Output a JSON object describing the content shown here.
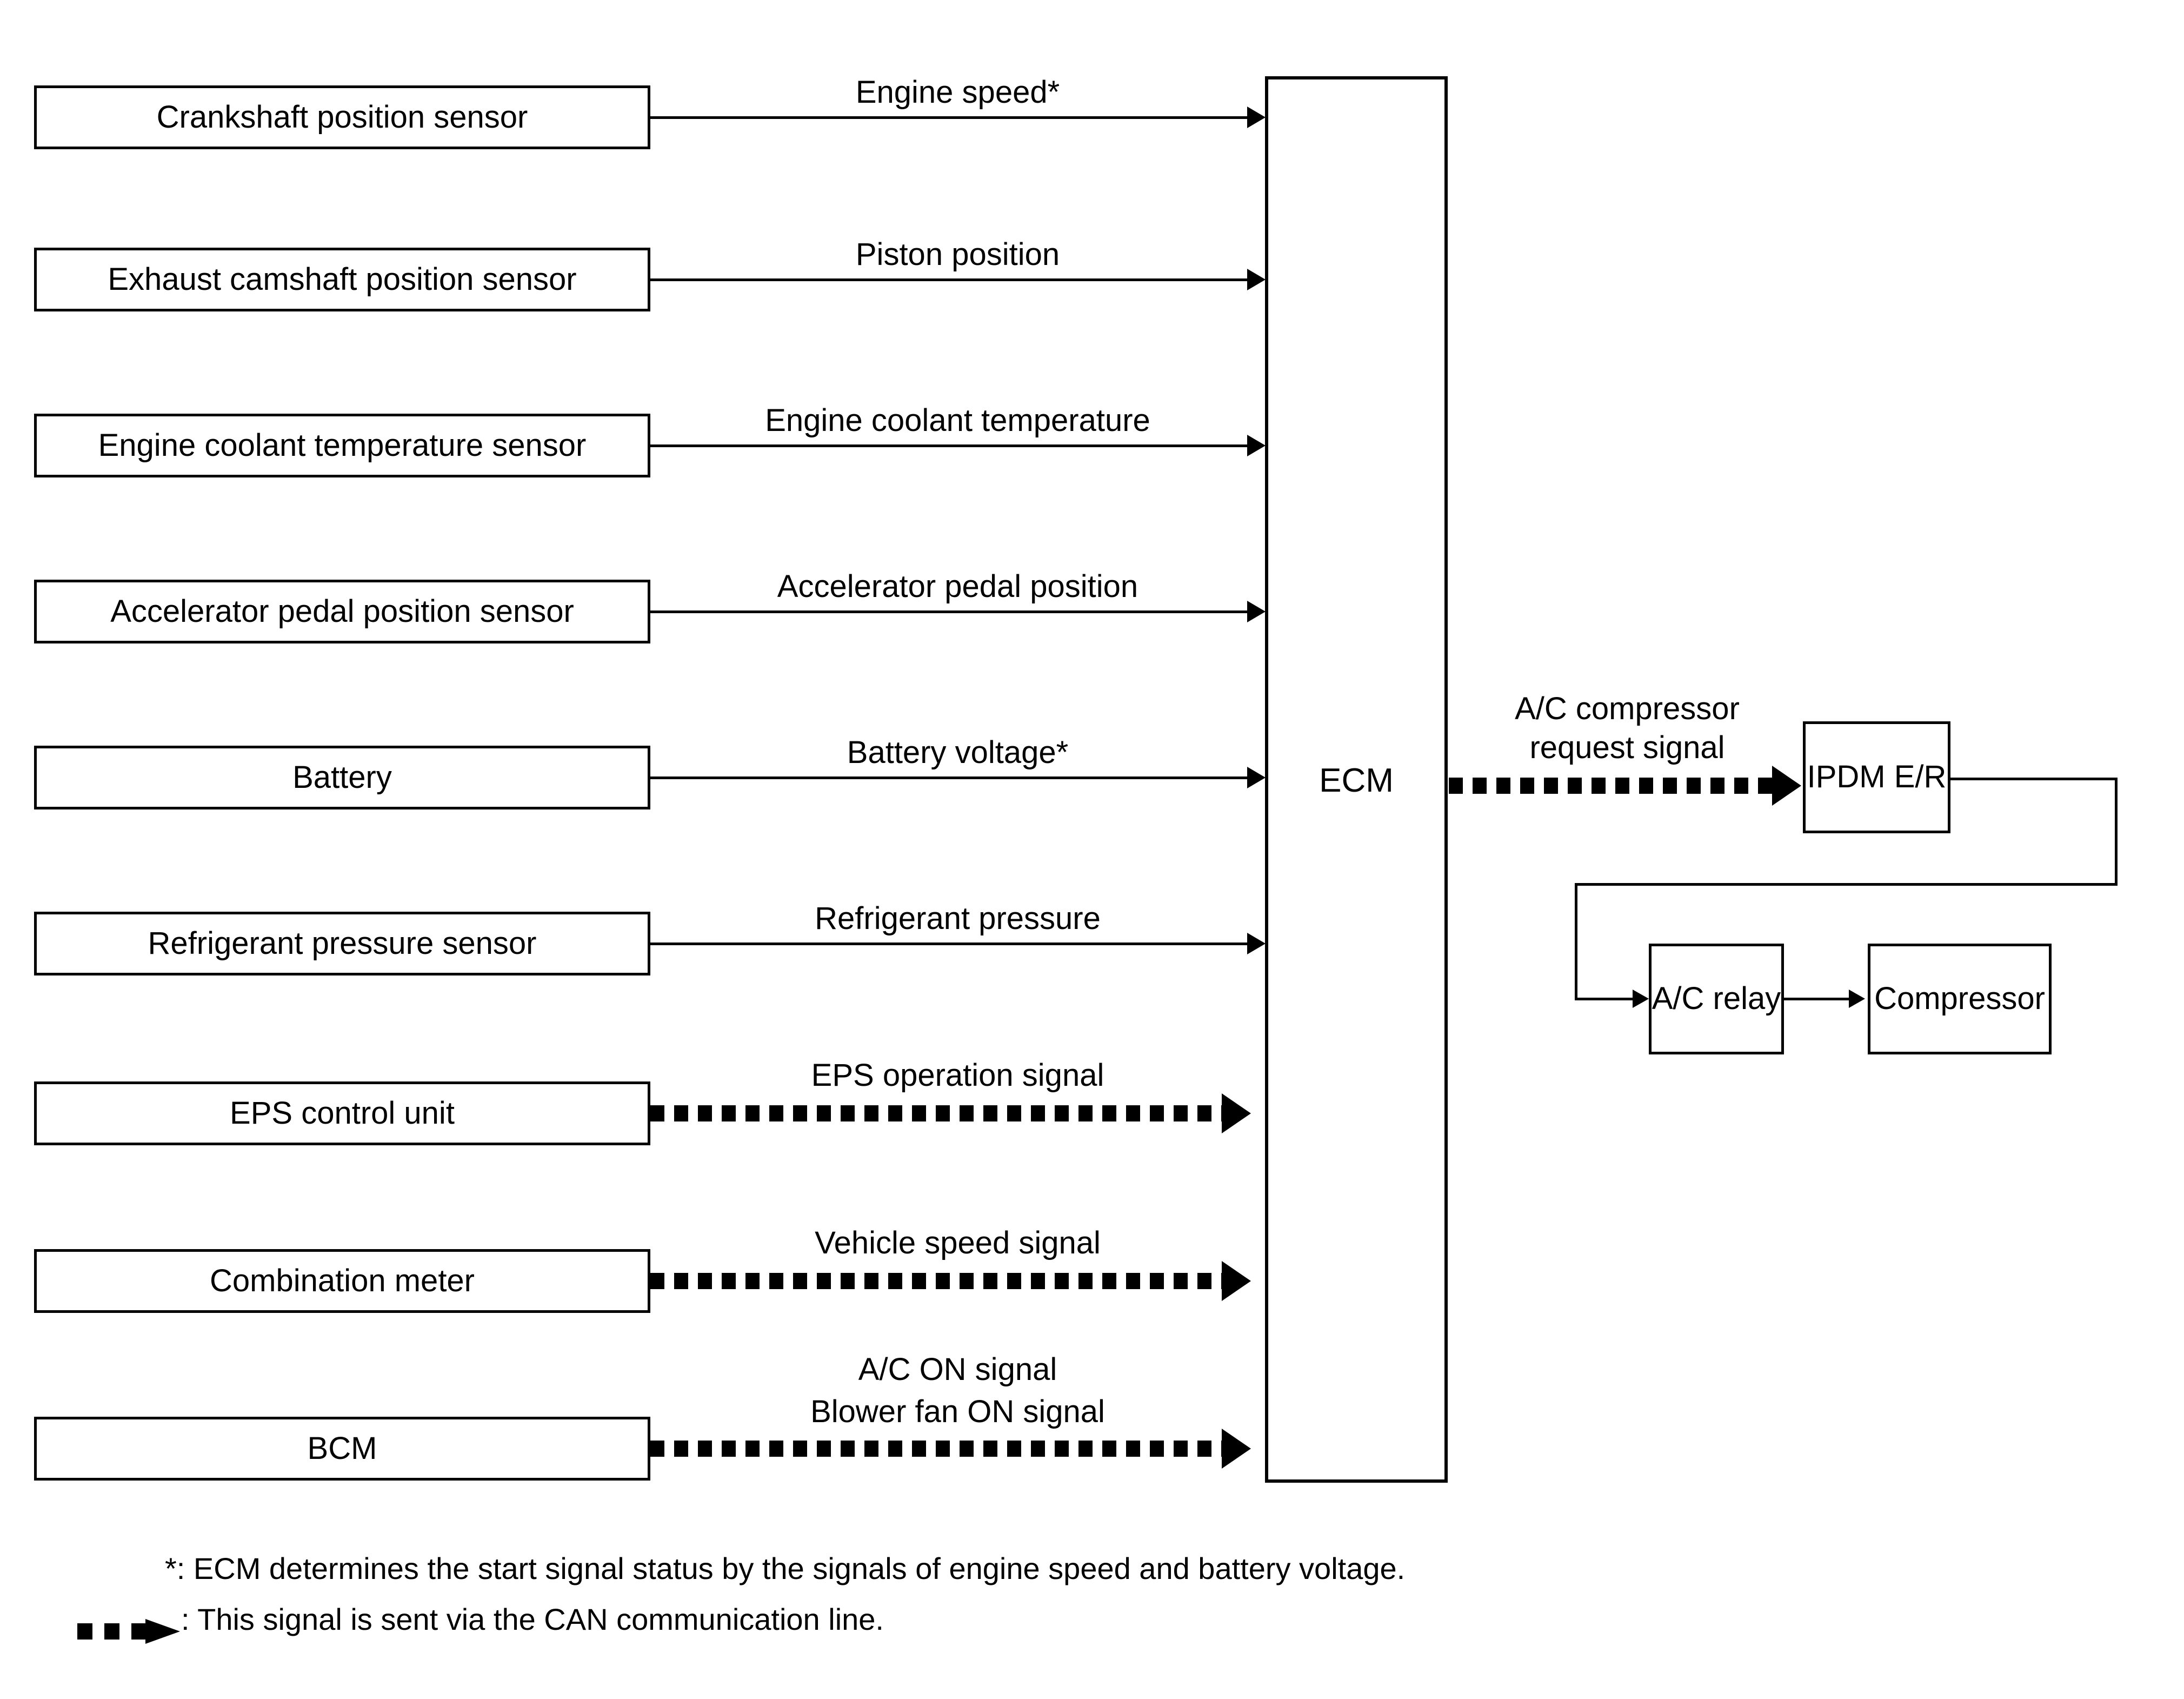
{
  "diagram": {
    "title": "ECM A/C compressor control system diagram",
    "colors": {
      "line": "#000000",
      "background": "#ffffff"
    },
    "sources": [
      {
        "label": "Crankshaft position sensor",
        "signal": "Engine speed*",
        "signal_type": "wire"
      },
      {
        "label": "Exhaust camshaft position sensor",
        "signal": "Piston position",
        "signal_type": "wire"
      },
      {
        "label": "Engine coolant temperature sensor",
        "signal": "Engine coolant temperature",
        "signal_type": "wire"
      },
      {
        "label": "Accelerator pedal position sensor",
        "signal": "Accelerator pedal position",
        "signal_type": "wire"
      },
      {
        "label": "Battery",
        "signal": "Battery voltage*",
        "signal_type": "wire"
      },
      {
        "label": "Refrigerant pressure sensor",
        "signal": "Refrigerant pressure",
        "signal_type": "wire"
      },
      {
        "label": "EPS control unit",
        "signal": "EPS operation signal",
        "signal_type": "can"
      },
      {
        "label": "Combination meter",
        "signal": "Vehicle speed signal",
        "signal_type": "can"
      },
      {
        "label": "BCM",
        "signal": "A/C ON signal",
        "signal2": "Blower fan ON signal",
        "signal_type": "can"
      }
    ],
    "ecm": {
      "label": "ECM"
    },
    "output": {
      "signal_line1": "A/C compressor",
      "signal_line2": "request signal",
      "signal_type": "can"
    },
    "units": {
      "ipdm": "IPDM E/R",
      "relay": "A/C relay",
      "compressor": "Compressor"
    },
    "legend": {
      "note_asterisk": "*: ECM determines the start signal status by the signals of engine speed and battery voltage.",
      "note_can": ": This signal is sent via the CAN communication line.",
      "can_icon": "can-dashed-arrow-icon"
    }
  }
}
